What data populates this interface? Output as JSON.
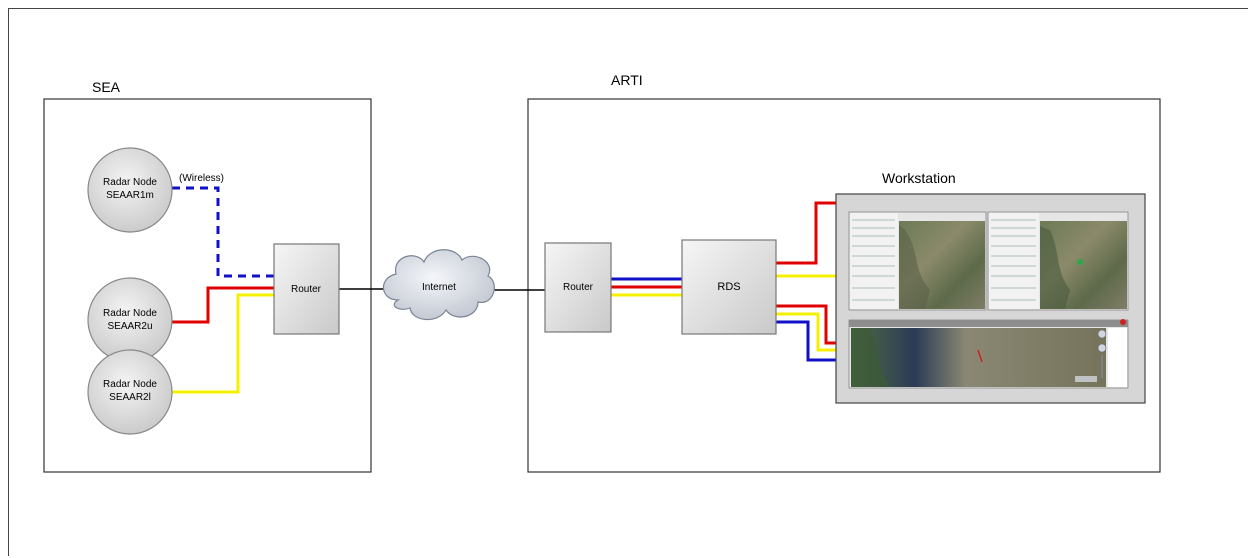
{
  "sites": {
    "sea": {
      "label": "SEA"
    },
    "arti": {
      "label": "ARTI"
    }
  },
  "nodes": {
    "radar1": {
      "line1": "Radar Node",
      "line2": "SEAAR1m"
    },
    "radar2u": {
      "line1": "Radar Node",
      "line2": "SEAAR2u"
    },
    "radar2l": {
      "line1": "Radar Node",
      "line2": "SEAAR2l"
    },
    "router_sea": {
      "label": "Router"
    },
    "internet": {
      "label": "Internet"
    },
    "router_arti": {
      "label": "Router"
    },
    "rds": {
      "label": "RDS"
    },
    "workstation": {
      "label": "Workstation"
    }
  },
  "links": {
    "wireless": {
      "label": "(Wireless)"
    }
  },
  "colors": {
    "red": "#e00000",
    "yellow": "#f5f000",
    "blue": "#1010c8",
    "dashed_blue": "#1010c8",
    "black": "#000000"
  }
}
